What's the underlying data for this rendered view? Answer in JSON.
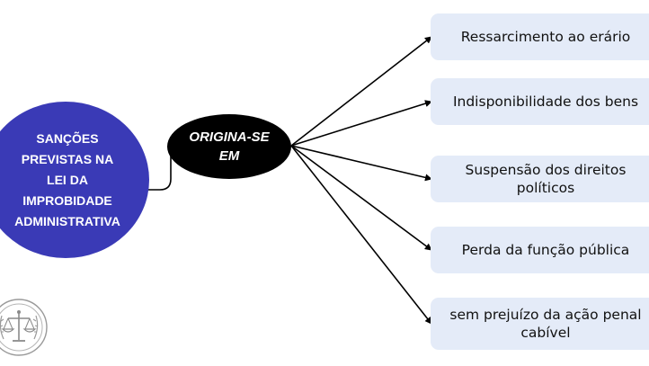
{
  "diagram": {
    "root": {
      "label": "SANÇÕES\nPREVISTAS NA\nLEI DA\nIMPROBIDADE\nADMINISTRATIVA",
      "color": "#3a3ab6"
    },
    "hub": {
      "label": "ORIGINA-SE\nEM",
      "color": "#000000"
    },
    "branches": [
      {
        "label": "Ressarcimento ao erário"
      },
      {
        "label": "Indisponibilidade dos bens"
      },
      {
        "label": "Suspensão dos direitos\npolíticos"
      },
      {
        "label": "Perda da função pública"
      },
      {
        "label": "sem prejuízo da ação penal\ncabível"
      }
    ],
    "branch_box_color": "#e4ebf8",
    "connector_color": "#000000"
  },
  "logo": {
    "icon": "justice-scales-seal-icon"
  }
}
